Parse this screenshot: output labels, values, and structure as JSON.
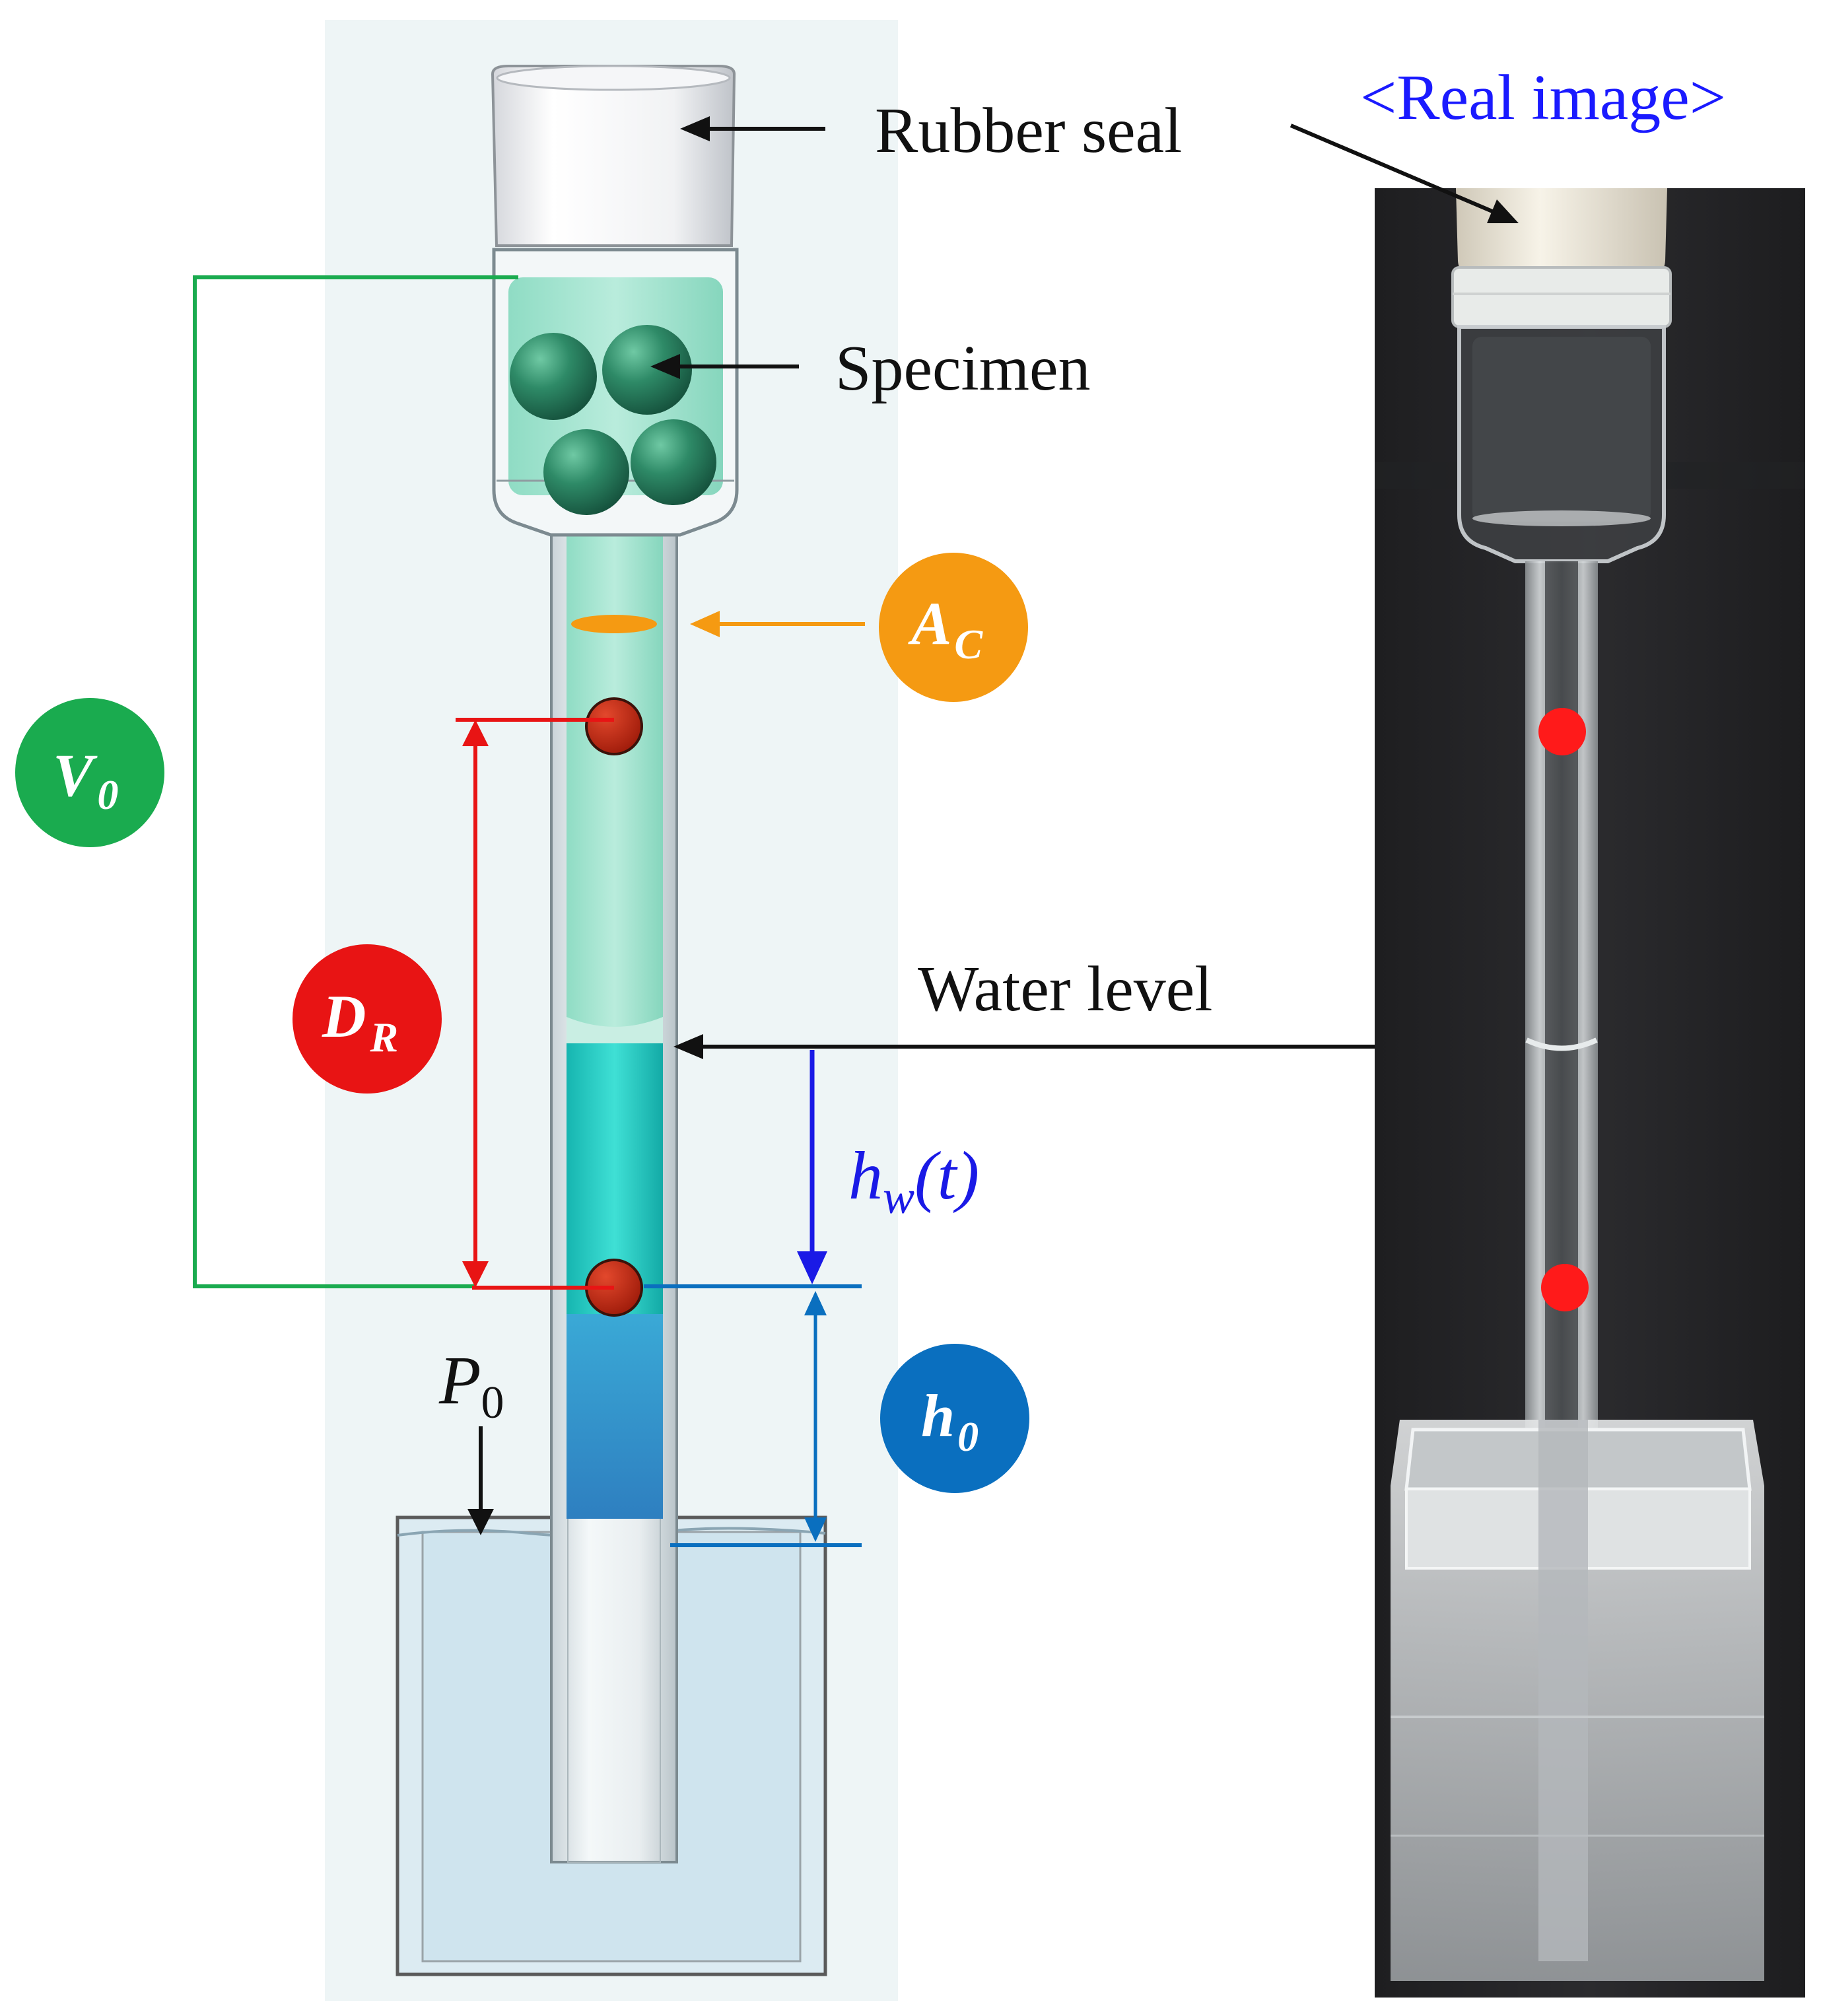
{
  "labels": {
    "rubber_seal": "Rubber seal",
    "specimen": "Specimen",
    "water_level": "Water level",
    "real_image": "<Real image>"
  },
  "symbols": {
    "v0": {
      "main": "V",
      "sub": "0"
    },
    "dr": {
      "main": "D",
      "sub": "R"
    },
    "ac": {
      "main": "A",
      "sub": "C"
    },
    "h0": {
      "main": "h",
      "sub": "0"
    },
    "p0": {
      "main": "P",
      "sub": "0"
    },
    "hw": {
      "main": "h",
      "sub": "w",
      "arg": "(t)"
    }
  },
  "colors": {
    "v0": "#1aab4f",
    "dr": "#e81414",
    "ac": "#f59a12",
    "h0": "#0a6fbf",
    "hw": "#1a1ae6",
    "real_image_title": "#1a1aff",
    "water_column": "#1fc7c1",
    "specimen_fluid": "#7fdcc0",
    "marker": "#c3260f"
  },
  "icons": {
    "specimen": "green-sphere-icon",
    "marker": "red-dot-icon"
  }
}
